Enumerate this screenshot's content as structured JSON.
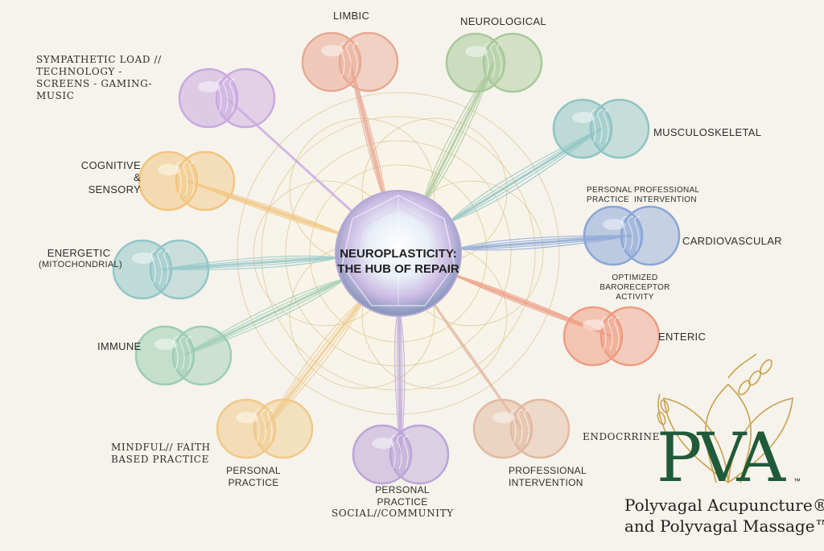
{
  "hub": {
    "line1": "NEUROPLASTICITY:",
    "line2": "THE HUB OF REPAIR"
  },
  "labels": {
    "limbic": "LIMBIC",
    "neurological": "NEUROLOGICAL",
    "musculoskeletal": "MUSCULOSKELETAL",
    "cardiovascular": "CARDIOVASCULAR",
    "enteric": "ENTERIC",
    "endocrine": "ENDOCRRINE",
    "cognitive_line1": "COGNITIVE &",
    "cognitive_line2": "SENSORY",
    "energetic_line1": "ENERGETIC",
    "energetic_line2": "(MITOCHONDRIAL)",
    "immune": "IMMUNE",
    "sympathetic_line1": "SYMPATHETIC LOAD //",
    "sympathetic_line2": "TECHNOLOGY -",
    "sympathetic_line3": "SCREENS - GAMING-",
    "sympathetic_line4": "MUSIC",
    "mindful_line1": "MINDFUL// FAITH",
    "mindful_line2": "BASED PRACTICE",
    "personal_practice_line1": "PERSONAL",
    "personal_practice_line2": "PRACTICE",
    "bottom_personal_line1": "PERSONAL",
    "bottom_personal_line2": "PRACTICE",
    "social_community": "SOCIAL//COMMUNITY",
    "professional_line1": "PROFESSIONAL",
    "professional_line2": "INTERVENTION",
    "cardio_personal_line1": "PERSONAL",
    "cardio_personal_line2": "PRACTICE",
    "cardio_professional_line1": "PROFESSIONAL",
    "cardio_professional_line2": "INTERVENTION",
    "optimized_line1": "OPTIMIZED",
    "optimized_line2": "BARORECEPTOR ACTIVITY"
  },
  "brand": {
    "monogram": "PVA",
    "tm": "™",
    "line1": "Polyvagal Acupuncture®",
    "line2": "and Polyvagal Massage™"
  },
  "colors": {
    "limbic": "#e9a892",
    "neurological": "#a8c99a",
    "musculoskeletal": "#8ec4c4",
    "cardiovascular": "#8aa6d8",
    "enteric": "#ee9c82",
    "endocrine": "#e2b9a0",
    "social": "#bba5d8",
    "mindful": "#f0c98a",
    "immune": "#9ccdb5",
    "energetic": "#92c6c8",
    "cognitive": "#f2c57f",
    "sympathetic": "#c9a9e0",
    "brand_green": "#1f5a3a",
    "brand_gold": "#c9a24c"
  }
}
